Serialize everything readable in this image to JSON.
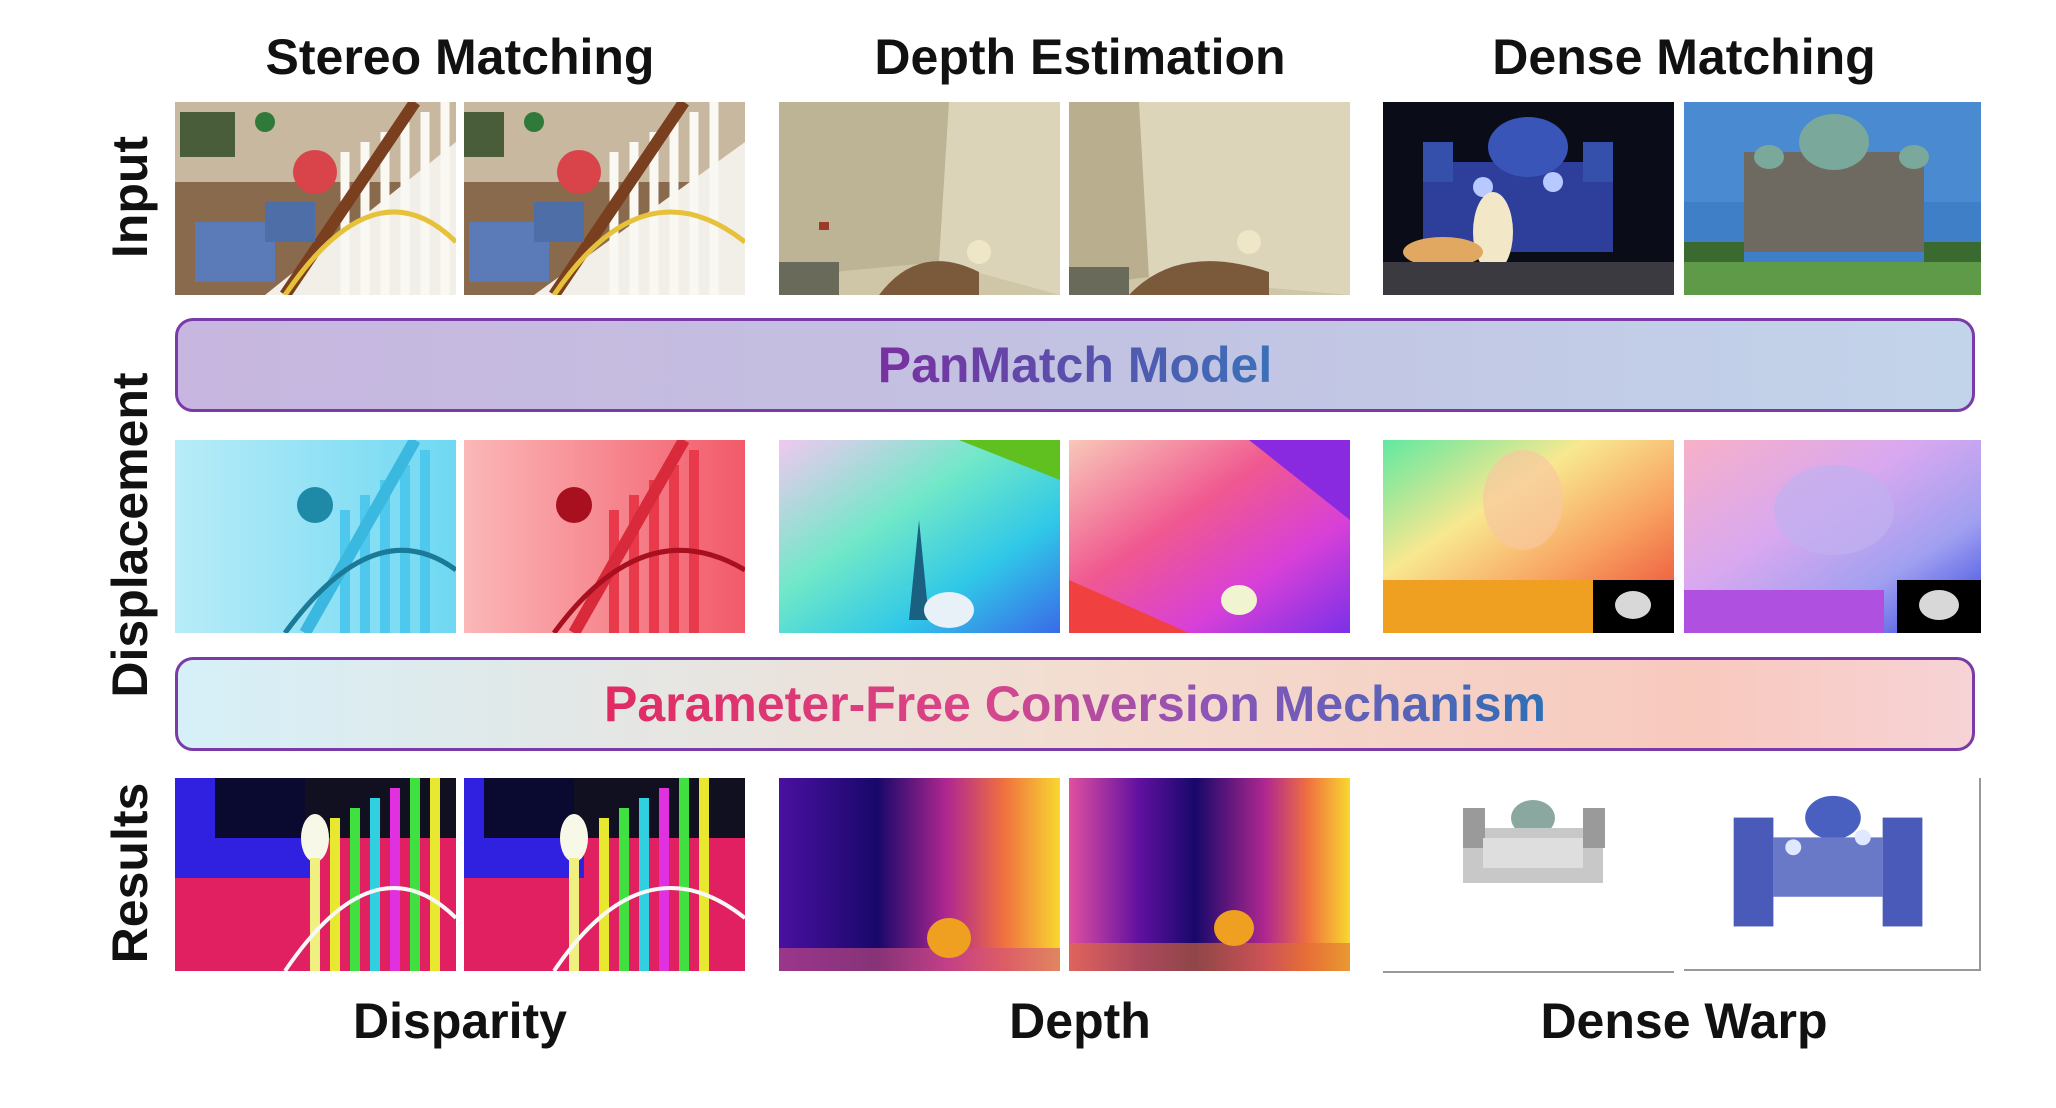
{
  "columns": {
    "stereo": "Stereo Matching",
    "depth": "Depth Estimation",
    "dense": "Dense Matching"
  },
  "rows": {
    "input": "Input",
    "displacement": "Displacement",
    "results": "Results"
  },
  "banners": {
    "model": "PanMatch Model",
    "conversion": "Parameter-Free Conversion Mechanism"
  },
  "outputs": {
    "stereo": "Disparity",
    "depth": "Depth",
    "dense": "Dense Warp"
  },
  "colors": {
    "banner_border": "#7a3aa8",
    "model_text_start": "#7a2fa0",
    "model_text_end": "#3a71b8",
    "conversion_text_start": "#e02b62",
    "conversion_text_end": "#2e6fb8"
  }
}
